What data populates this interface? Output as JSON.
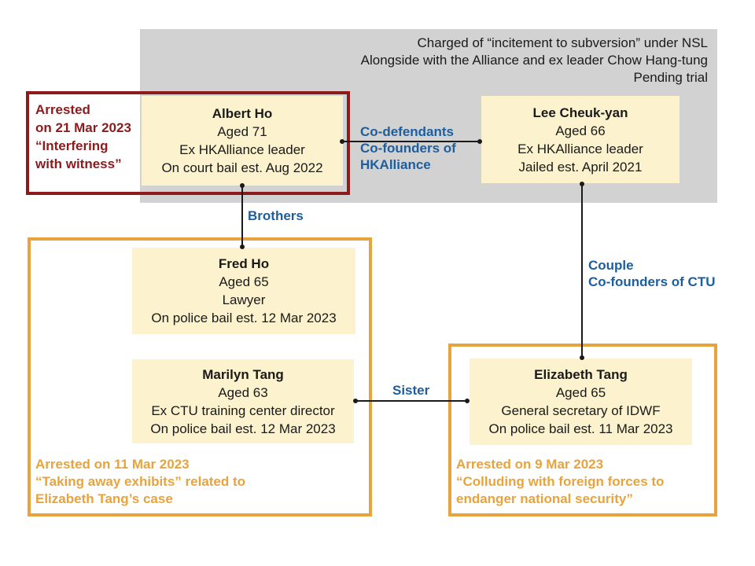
{
  "colors": {
    "dark_red": "#8C1B1C",
    "orange": "#E8A33C",
    "blue": "#1D5E9E",
    "cream": "#FCF2CD",
    "gray_panel": "#D2D2D2",
    "line": "#1A1A1A"
  },
  "charge_note": {
    "line1": "Charged of “incitement to subversion” under NSL",
    "line2": "Alongside with the Alliance and ex leader Chow Hang-tung",
    "line3": "Pending trial"
  },
  "albert_arrest_note": {
    "line1": "Arrested",
    "line2": "on 21 Mar 2023",
    "line3": "“Interfering",
    "line4": "with witness”"
  },
  "persons": {
    "albert": {
      "name": "Albert Ho",
      "line1": "Aged 71",
      "line2": "Ex HKAlliance leader",
      "line3": "On court bail est. Aug 2022"
    },
    "lee": {
      "name": "Lee Cheuk-yan",
      "line1": "Aged 66",
      "line2": "Ex HKAlliance leader",
      "line3": "Jailed est. April 2021"
    },
    "fred": {
      "name": "Fred Ho",
      "line1": "Aged 65",
      "line2": "Lawyer",
      "line3": "On police bail est. 12 Mar 2023"
    },
    "marilyn": {
      "name": "Marilyn Tang",
      "line1": "Aged 63",
      "line2": "Ex CTU training center director",
      "line3": "On police bail est. 12 Mar 2023"
    },
    "elizabeth": {
      "name": "Elizabeth Tang",
      "line1": "Aged 65",
      "line2": "General secretary of IDWF",
      "line3": "On police bail est. 11 Mar 2023"
    }
  },
  "relations": {
    "codefendants_line1": "Co-defendants",
    "codefendants_line2": "Co-founders of",
    "codefendants_line3": "HKAlliance",
    "brothers": "Brothers",
    "couple_line1": "Couple",
    "couple_line2": "Co-founders of CTU",
    "sister": "Sister"
  },
  "fred_marilyn_arrest_note": {
    "line1": "Arrested on 11 Mar 2023",
    "line2": "“Taking away exhibits” related to",
    "line3": "Elizabeth Tang’s case"
  },
  "elizabeth_arrest_note": {
    "line1": "Arrested on 9 Mar 2023",
    "line2": "“Colluding with foreign forces to",
    "line3": "endanger national security”"
  }
}
